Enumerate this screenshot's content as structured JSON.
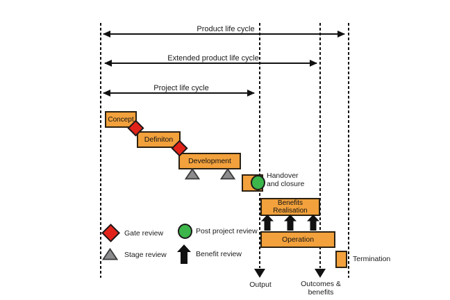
{
  "timeline_arrows": [
    {
      "label": "Product life cycle"
    },
    {
      "label": "Extended product life cycle"
    },
    {
      "label": "Project life cycle"
    }
  ],
  "phases": {
    "concept": "Concept",
    "definition": "Definiton",
    "development": "Development",
    "handover_line1": "Handover",
    "handover_line2": "and closure",
    "benefits_line1": "Benefits",
    "benefits_line2": "Realisation",
    "operation": "Operation",
    "termination": "Termination"
  },
  "legend": [
    {
      "icon": "gate-review-diamond-icon",
      "label": "Gate review",
      "color": "#E2231A"
    },
    {
      "icon": "stage-review-triangle-icon",
      "label": "Stage review",
      "color": "#8C8C8E"
    },
    {
      "icon": "post-project-review-circle-icon",
      "label": "Post project review",
      "color": "#3CB54A"
    },
    {
      "icon": "benefit-review-arrow-icon",
      "label": "Benefit review",
      "color": "#111111"
    }
  ],
  "flow_labels": {
    "output": "Output",
    "outcomes_line1": "Outcomes &",
    "outcomes_line2": "benefits"
  },
  "colors": {
    "phase_fill": "#F2A13C",
    "phase_border": "#2B2112",
    "gate_red": "#E2231A",
    "stage_gray": "#8C8C8E",
    "review_green": "#3CB54A",
    "line_black": "#111111",
    "background": "#FFFFFF"
  }
}
